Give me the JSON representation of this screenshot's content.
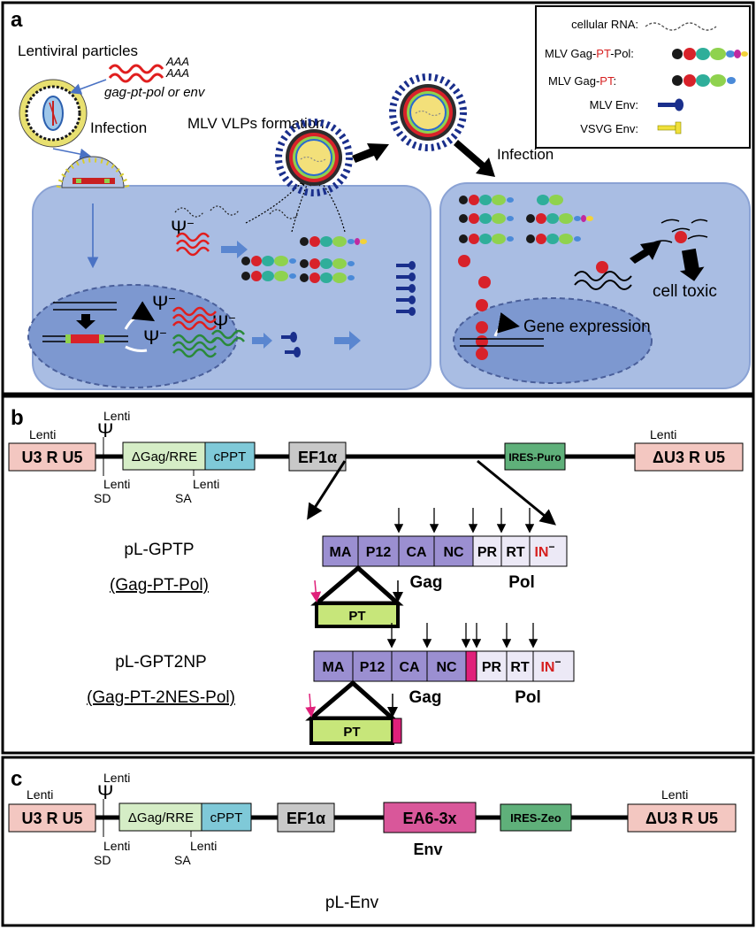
{
  "panel_a": {
    "label": "a",
    "legend": {
      "cellular_rna": "cellular RNA:",
      "gag_pt_pol_prefix": "MLV Gag-",
      "gag_pt_pol_pt": "PT",
      "gag_pt_pol_suffix": "-Pol:",
      "gag_pt_prefix": "MLV Gag-",
      "gag_pt_pt": "PT",
      "gag_pt_suffix": ":",
      "mlv_env": "MLV Env:",
      "vsvg_env": "VSVG Env:"
    },
    "lentiviral_particles": "Lentiviral particles",
    "aaa1": "AAA",
    "aaa2": "AAA",
    "gene_label": "gag-pt-pol or env",
    "infection_left": "Infection",
    "vlp_formation": "MLV VLPs formation",
    "infection_right": "Infection",
    "psi_minus": "Ψ",
    "minus": "−",
    "cell_toxic": "cell toxic",
    "gene_expression": "Gene expression"
  },
  "panel_b": {
    "label": "b",
    "ltr_left": "U3 R U5",
    "lenti_ltr_left": "Lenti",
    "psi": "Ψ",
    "lenti_psi": "Lenti",
    "gag_rre": "ΔGag/RRE",
    "cppt": "cPPT",
    "lenti_sd": "Lenti",
    "sd": "SD",
    "lenti_sa": "Lenti",
    "sa": "SA",
    "ef1a": "EF1α",
    "ires": "IRES-Puro",
    "lenti_ltr_right": "Lenti",
    "ltr_right": "ΔU3 R U5",
    "construct1_name": "pL-GPTP",
    "construct1_desc": "(Gag-PT-Pol)",
    "construct2_name": "pL-GPT2NP",
    "construct2_desc": "(Gag-PT-2NES-Pol)",
    "domains": [
      "MA",
      "P12",
      "CA",
      "NC",
      "PR",
      "RT",
      "IN"
    ],
    "in_sup": "−",
    "gag": "Gag",
    "pol": "Pol",
    "pt": "PT"
  },
  "panel_c": {
    "label": "c",
    "ltr_left": "U3 R U5",
    "lenti_ltr_left": "Lenti",
    "psi": "Ψ",
    "lenti_psi": "Lenti",
    "gag_rre": "ΔGag/RRE",
    "cppt": "cPPT",
    "lenti_sd": "Lenti",
    "sd": "SD",
    "lenti_sa": "Lenti",
    "sa": "SA",
    "ef1a": "EF1α",
    "ea6": "EA6-3x",
    "env": "Env",
    "ires": "IRES-Zeo",
    "lenti_ltr_right": "Lenti",
    "ltr_right": "ΔU3 R U5",
    "construct_name": "pL-Env"
  },
  "colors": {
    "cell_fill": "#a9bde3",
    "nucleus_fill": "#7d98d0",
    "ltr_fill": "#f3c7c1",
    "gag_rre_fill": "#d5edc6",
    "cppt_fill": "#7fc9d8",
    "ef1a_fill": "#c8c8c8",
    "ires_fill": "#5fb07a",
    "ea6_fill": "#d9579a",
    "gag_domain_fill": "#9b8fd1",
    "pol_domain_fill": "#ece9f6",
    "pt_fill": "#c7e67a",
    "magenta": "#e0207a"
  }
}
